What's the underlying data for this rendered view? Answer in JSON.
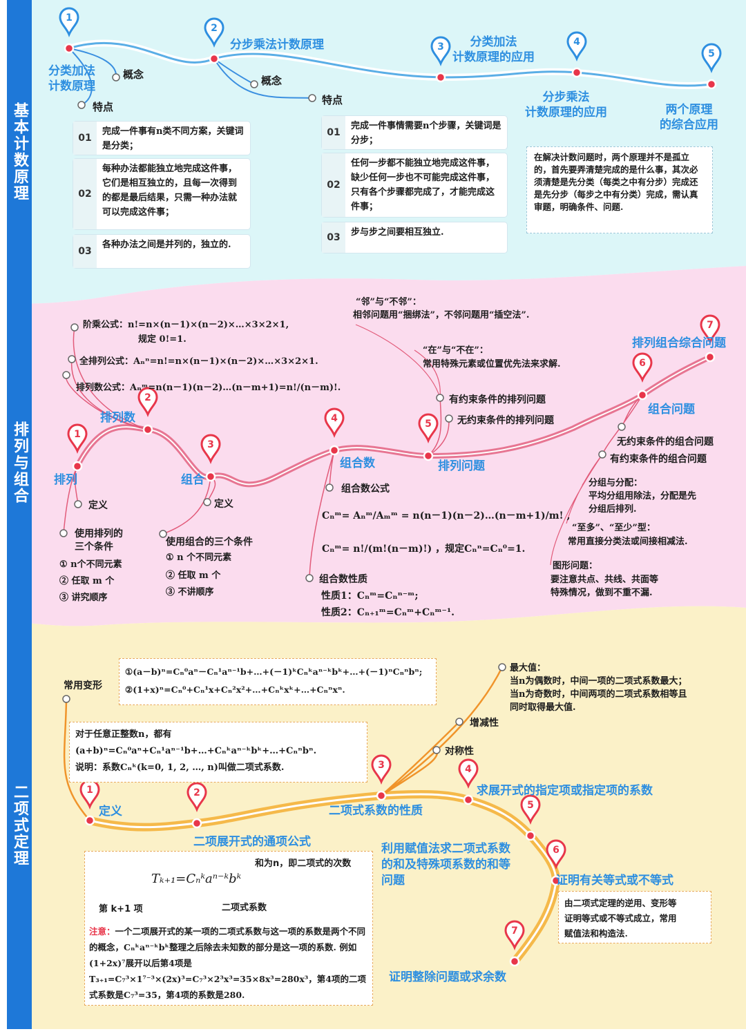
{
  "sections": {
    "s1": "基本计数原理",
    "s2": "排列与组合",
    "s3": "二项式定理"
  },
  "s1": {
    "m1": "1",
    "m2": "2",
    "m3": "3",
    "m4": "4",
    "m5": "5",
    "add_principle": "分类加法\n计数原理",
    "mul_principle": "分步乘法计数原理",
    "add_app": "分类加法\n计数原理的应用",
    "mul_app": "分步乘法\n计数原理的应用",
    "combined_app": "两个原理\n的综合应用",
    "concept1": "概念",
    "feature1": "特点",
    "concept2": "概念",
    "feature2": "特点",
    "add_rows": [
      {
        "n": "01",
        "t": "完成一件事有n类不同方案，关键词是分类；"
      },
      {
        "n": "02",
        "t": "每种办法都能独立地完成这件事，它们是相互独立的，且每一次得到的都是最后结果，只需一种办法就可以完成这件事；"
      },
      {
        "n": "03",
        "t": "各种办法之间是并列的，独立的."
      }
    ],
    "mul_rows": [
      {
        "n": "01",
        "t": "完成一件事情需要n个步骤，关键词是分步；"
      },
      {
        "n": "02",
        "t": "任何一步都不能独立地完成这件事，缺少任何一步也不可能完成这件事，只有各个步骤都完成了，才能完成这件事；"
      },
      {
        "n": "03",
        "t": "步与步之间要相互独立."
      }
    ],
    "note": "在解决计数问题时，两个原理并不是孤立的，首先要弄清楚完成的是什么事，其次必须清楚是先分类（每类之中有分步）完成还是先分步（每步之中有分类）完成，需认真审题，明确条件、问题."
  },
  "s2": {
    "m1": "1",
    "m2": "2",
    "m3": "3",
    "m4": "4",
    "m5": "5",
    "m6": "6",
    "m7": "7",
    "pailie": "排列",
    "pailieshu": "排列数",
    "zuhe": "组合",
    "zuheshu": "组合数",
    "pailiewenti": "排列问题",
    "zuhewenti": "组合问题",
    "zonghe": "排列组合综合问题",
    "factorial_label": "阶乘公式：",
    "factorial": "n!=n×(n－1)×(n－2)×…×3×2×1,",
    "factorial2": "规定 0!=1.",
    "full_label": "全排列公式：",
    "full": "Aₙⁿ=n!=n×(n－1)×(n－2)×…×3×2×1.",
    "perm_label": "排列数公式：",
    "perm": "Aₙᵐ=n(n－1)(n－2)…(n－m+1)=n!/(n－m)!.",
    "lin1": "“邻”与“不邻”：",
    "lin2": "相邻问题用“捆绑法”，不邻问题用“插空法”.",
    "zai1": "“在”与“不在”：",
    "zai2": "常用特殊元素或位置优先法来求解.",
    "you": "有约束条件的排列问题",
    "wu": "无约束条件的排列问题",
    "wu_zh": "无约束条件的组合问题",
    "you_zh": "有约束条件的组合问题",
    "fenzu1": "分组与分配：",
    "fenzu2": "平均分组用除法，分配是先",
    "fenzu3": "分组后排列.",
    "zhiduo1": "“至多”、“至少”型：",
    "zhiduo2": "常用直接分类法或间接相减法.",
    "tuxing1": "图形问题：",
    "tuxing2": "要注意共点、共线、共面等",
    "tuxing3": "特殊情况，做到不重不漏.",
    "def1": "定义",
    "def2": "定义",
    "use_pl": "使用排列的\n三个条件",
    "pl_c1": "① n个不同元素",
    "pl_c2": "② 任取 m 个",
    "pl_c3": "③ 讲究顺序",
    "use_zh": "使用组合的三个条件",
    "zh_c1": "① n 个不同元素",
    "zh_c2": "② 任取 m 个",
    "zh_c3": "③ 不讲顺序",
    "zh_formula_label": "组合数公式",
    "zh_f1": "Cₙᵐ= Aₙᵐ/Aₘᵐ = n(n－1)(n－2)…(n－m+1)/m! ,",
    "zh_f2": "Cₙᵐ= n!/(m!(n－m)!) ，规定Cₙⁿ=Cₙ⁰=1.",
    "zh_prop_label": "组合数性质",
    "prop1": "性质1：Cₙᵐ=Cₙⁿ⁻ᵐ;",
    "prop2": "性质2：Cₙ₊₁ᵐ=Cₙᵐ+Cₙᵐ⁻¹."
  },
  "s3": {
    "m1": "1",
    "m2": "2",
    "m3": "3",
    "m4": "4",
    "m5": "5",
    "m6": "6",
    "m7": "7",
    "changyong": "常用变形",
    "bx1": "①(a－b)ⁿ=Cₙ⁰aⁿ－Cₙ¹aⁿ⁻¹b+…+(－1)ᵏCₙᵏaⁿ⁻ᵏbᵏ+…+(－1)ⁿCₙⁿbⁿ;",
    "bx2": "②(1+x)ⁿ=Cₙ⁰+Cₙ¹x+Cₙ²x²+…+Cₙᵏxᵏ+…+Cₙⁿxⁿ.",
    "def_box1": "对于任意正整数n，都有",
    "def_box2": "(a+b)ⁿ=Cₙ⁰aⁿ+Cₙ¹aⁿ⁻¹b+…+Cₙᵏaⁿ⁻ᵏbᵏ+…+Cₙⁿbⁿ.",
    "def_box3": "说明：系数Cₙᵏ(k=0, 1, 2, …, n)叫做二项式系数.",
    "dingyi": "定义",
    "tongxiang": "二项展开式的通项公式",
    "xishu": "二项式系数的性质",
    "zuidazhi1": "最大值：",
    "zuidazhi2": "当n为偶数时，中间一项的二项式系数最大；",
    "zuidazhi3": "当n为奇数时，中间两项的二项式系数相等且",
    "zuidazhi4": "同时取得最大值.",
    "zengjian": "增减性",
    "duicheng": "对称性",
    "qiuzhan": "求展开式的指定项或指定项的系数",
    "fuzhi": "利用赋值法求二项式系数\n的和及特殊项系数的和等\n问题",
    "zhengming": "证明有关等式或不等式",
    "zm_box": "由二项式定理的逆用、变形等\n证明等式或不等式成立，常用\n赋值法和构造法.",
    "zhengchu": "证明整除问题或求余数",
    "tk_formula": "Tₖ₊₁=Cₙᵏaⁿ⁻ᵏbᵏ",
    "he_n": "和为n，即二项式的次数",
    "k1": "第 k+1 项",
    "erxishu": "二项式系数",
    "zhuyi_label": "注意：",
    "zhuyi": "一个二项展开式的某一项的二项式系数与这一项的系数是两个不同的概念，Cₙᵏaⁿ⁻ᵏbᵏ整理之后除去未知数的部分是这一项的系数. 例如(1+2x)⁷展开以后第4项是T₃₊₁=C₇³×1⁷⁻³×(2x)³=C₇³×2³x³=35×8x³=280x³，第4项的二项式系数是C₇³=35，第4项的系数是280."
  },
  "colors": {
    "blue": "#2e8fe0",
    "red": "#e8364a",
    "pink_bg": "#fbdcee",
    "cyan_bg": "#dcf6f8",
    "yellow_bg": "#fbf1c8",
    "orange": "#f5a623"
  }
}
